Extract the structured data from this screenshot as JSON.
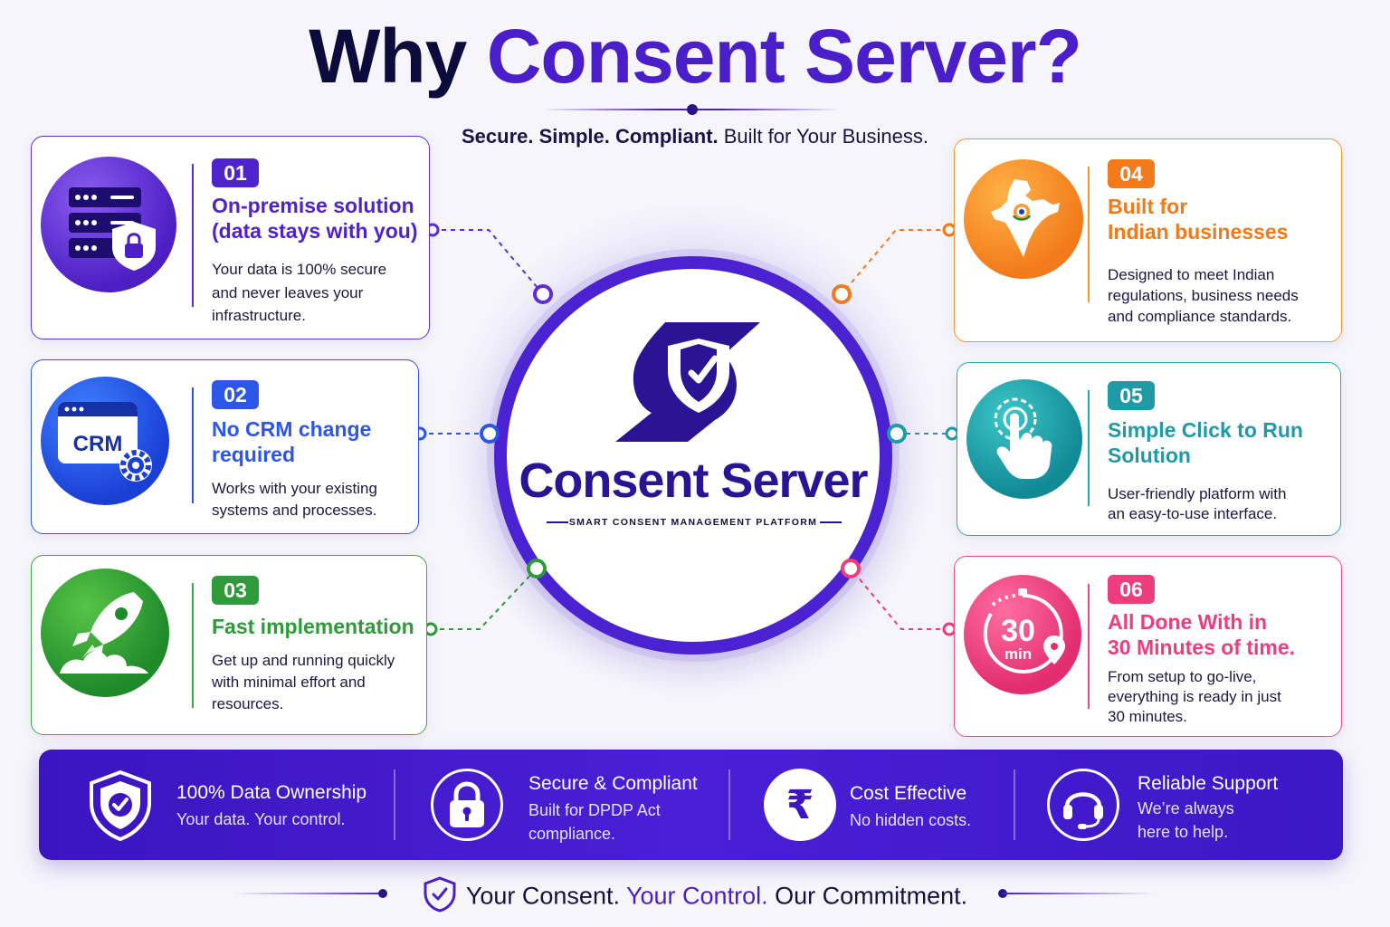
{
  "header": {
    "title_prefix": "Why ",
    "title_accent": "Consent Server?",
    "tagline_bold": "Secure. Simple. Compliant.",
    "tagline_rest": " Built for Your Business."
  },
  "center": {
    "brand": "Consent Server",
    "tag": "SMART CONSENT MANAGEMENT PLATFORM"
  },
  "cards": [
    {
      "num": "01",
      "heading": "On-premise solution (data stays with you)",
      "heading_l1": "On-premise solution",
      "heading_l2": "(data stays with you)",
      "desc_l1": "Your data is 100% secure",
      "desc_l2": "and never leaves your",
      "desc_l3": "infrastructure.",
      "icon": "server-lock-icon",
      "color": "#5b2fd8"
    },
    {
      "num": "02",
      "heading_l1": "No CRM change",
      "heading_l2": "required",
      "desc_l1": "Works with your existing",
      "desc_l2": "systems and processes.",
      "icon": "crm-gear-icon",
      "icon_text": "CRM",
      "color": "#2c56e8"
    },
    {
      "num": "03",
      "heading_l1": "Fast implementation",
      "desc_l1": "Get up and running quickly",
      "desc_l2": "with minimal effort and",
      "desc_l3": "resources.",
      "icon": "rocket-icon",
      "color": "#2e9a3a"
    },
    {
      "num": "04",
      "heading_l1": "Built for",
      "heading_l2": "Indian businesses",
      "desc_l1": "Designed to meet Indian",
      "desc_l2": "regulations, business needs",
      "desc_l3": "and compliance standards.",
      "icon": "india-map-icon",
      "color": "#f27a1a"
    },
    {
      "num": "05",
      "heading_l1": "Simple Click to Run",
      "heading_l2": "Solution",
      "desc_l1": "User-friendly platform with",
      "desc_l2": "an easy-to-use interface.",
      "icon": "tap-hand-icon",
      "color": "#1f9aa6"
    },
    {
      "num": "06",
      "heading_l1": "All Done With in",
      "heading_l2": "30 Minutes of time.",
      "desc_l1": "From setup to go-live,",
      "desc_l2": "everything is ready in just",
      "desc_l3": "30 minutes.",
      "icon": "timer-30-min-icon",
      "icon_num": "30",
      "icon_unit": "min",
      "color": "#ec3e7d"
    }
  ],
  "features": [
    {
      "title": "100% Data Ownership",
      "sub_l1": "Your data. Your control.",
      "icon": "shield-check-icon"
    },
    {
      "title": "Secure & Compliant",
      "sub_l1": "Built for DPDP Act",
      "sub_l2": "compliance.",
      "icon": "padlock-icon"
    },
    {
      "title": "Cost Effective",
      "sub_l1": "No hidden costs.",
      "icon": "rupee-icon",
      "icon_text": "₹"
    },
    {
      "title": "Reliable Support",
      "sub_l1": "We’re always",
      "sub_l2": "here to help.",
      "icon": "headset-icon"
    }
  ],
  "footer": {
    "part1": "Your Consent. ",
    "part2": "Your Control.",
    "part3": " Our Commitment."
  },
  "colors": {
    "primary": "#4a1ec8",
    "dark": "#0d0b3b",
    "purple": "#5b2fd8",
    "blue": "#2c56e8",
    "green": "#2e9a3a",
    "orange": "#f27a1a",
    "teal": "#1f9aa6",
    "pink": "#ec3e7d"
  }
}
